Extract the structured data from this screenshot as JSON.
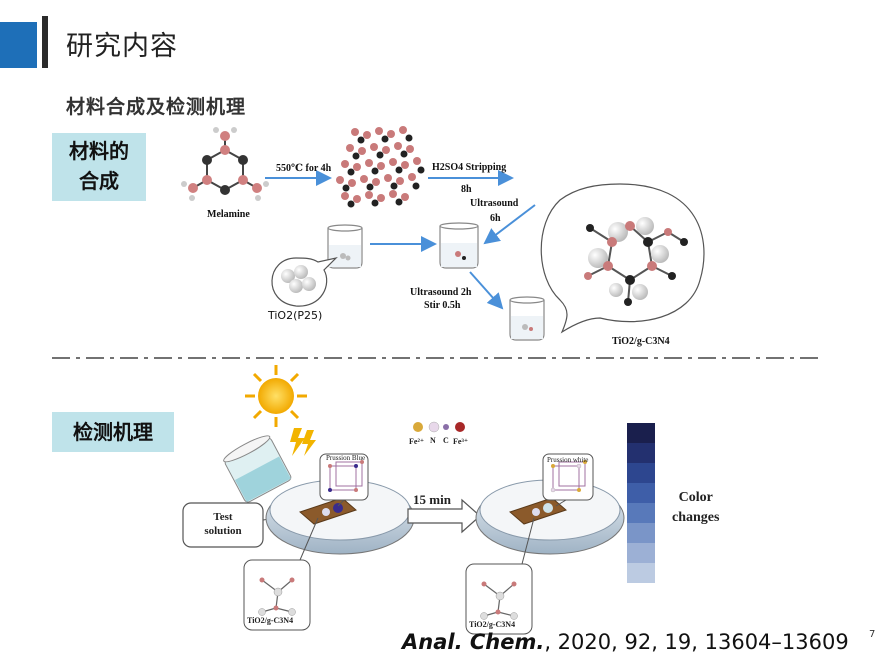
{
  "header": {
    "title": "研究内容",
    "subtitle": "材料合成及检测机理",
    "accent_color": "#1e6fb8"
  },
  "synthesis": {
    "box_label_line1": "材料的",
    "box_label_line2": "合成",
    "melamine_label": "Melamine",
    "step_heat": "550℃ for 4h",
    "step_stripping": "H2SO4 Stripping",
    "step_stripping_time": "8h",
    "step_ultrasound": "Ultrasound",
    "step_ultrasound_time": "6h",
    "step_final_1": "Ultrasound 2h",
    "step_final_2": "Stir 0.5h",
    "tio2_label": "TiO2(P25)",
    "product_label": "TiO2/g-C3N4"
  },
  "detection": {
    "box_label": "检测机理",
    "legend_items": [
      "Fe²⁺",
      "N",
      "C",
      "Fe³⁺"
    ],
    "test_solution_line1": "Test",
    "test_solution_line2": "solution",
    "time_label": "15 min",
    "before_label": "Prussion Blue",
    "after_label": "Prussion white",
    "composite_label_left": "TiO2/g-C3N4",
    "composite_label_right": "TiO2/g-C3N4",
    "color_scale_label_1": "Color",
    "color_scale_label_2": "changes",
    "color_scale": [
      "#1a1f4d",
      "#23306f",
      "#2d468f",
      "#3e5ea8",
      "#5879ba",
      "#7a95c8",
      "#9cb0d5",
      "#bccbe2"
    ]
  },
  "citation": {
    "journal": "Anal. Chem.",
    "details": ", 2020, 92, 19, 13604–13609"
  },
  "page_number": "7"
}
